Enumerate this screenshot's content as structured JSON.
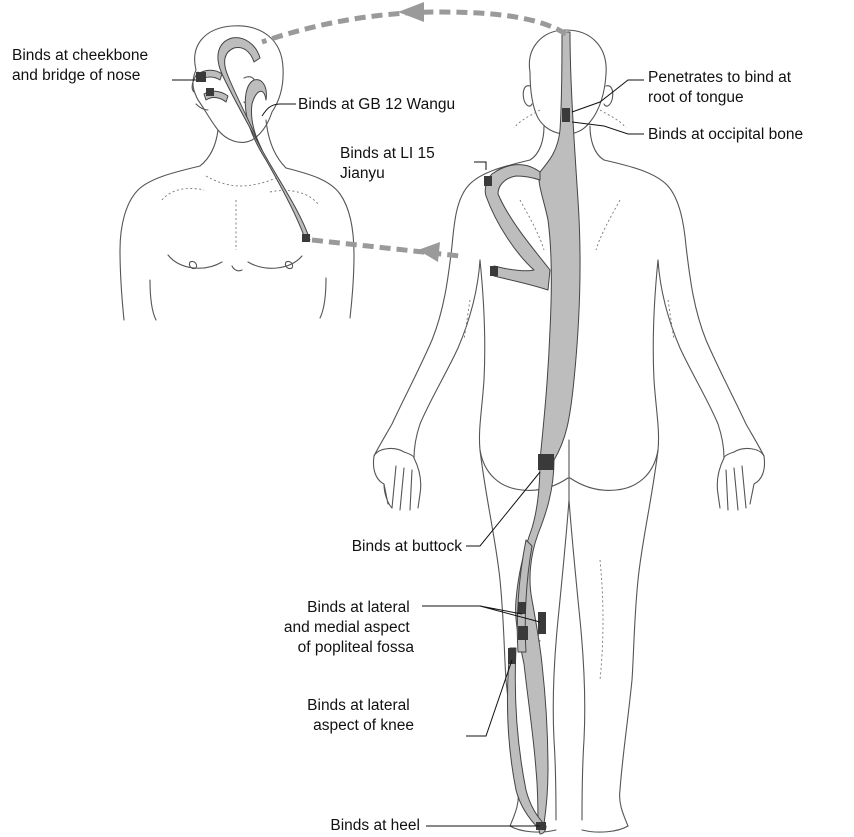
{
  "labels": {
    "cheekbone": [
      "Binds at cheekbone",
      "and bridge of nose"
    ],
    "gb12": [
      "Binds at GB 12 Wangu"
    ],
    "li15": [
      "Binds at LI 15",
      "Jianyu"
    ],
    "tongue": [
      "Penetrates to bind at",
      "root of tongue"
    ],
    "occipital": [
      "Binds at occipital bone"
    ],
    "buttock": [
      "Binds at buttock"
    ],
    "popliteal": [
      "Binds at lateral",
      "and medial aspect",
      "of popliteal fossa"
    ],
    "knee": [
      "Binds at lateral",
      "aspect of knee"
    ],
    "heel": [
      "Binds at heel"
    ]
  },
  "colors": {
    "channel_fill": "#bdbdbd",
    "binding_point": "#3a3a3a",
    "arrow": "#9a9a9a",
    "body_outline": "#555555"
  }
}
